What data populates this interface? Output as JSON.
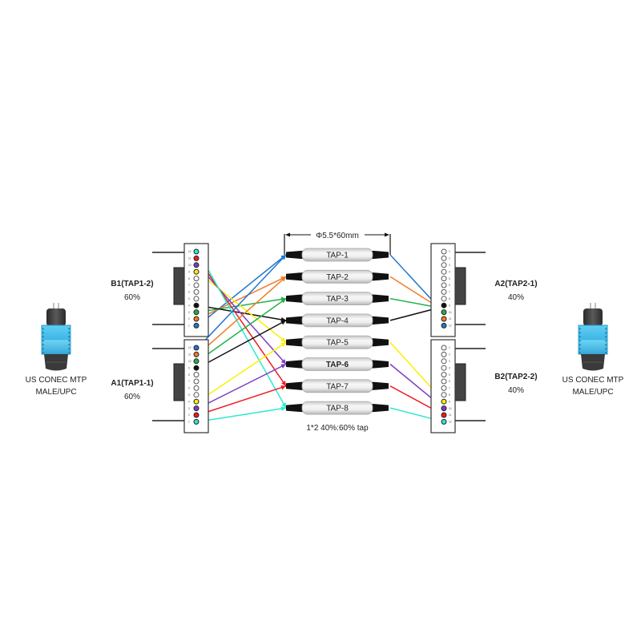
{
  "diagram": {
    "dimension_label": "Φ5.5*60mm",
    "tap_ratio_label": "1*2 40%:60% tap",
    "taps": [
      {
        "label": "TAP-1",
        "color": "#1f77d0",
        "bold": false
      },
      {
        "label": "TAP-2",
        "color": "#f07d28",
        "bold": false
      },
      {
        "label": "TAP-3",
        "color": "#22b14c",
        "bold": false
      },
      {
        "label": "TAP-4",
        "color": "#111111",
        "bold": false
      },
      {
        "label": "TAP-5",
        "color": "#ffee00",
        "bold": false
      },
      {
        "label": "TAP-6",
        "color": "#7b3fbf",
        "bold": true
      },
      {
        "label": "TAP-7",
        "color": "#ee1c24",
        "bold": false
      },
      {
        "label": "TAP-8",
        "color": "#2ee8cf",
        "bold": false
      }
    ],
    "ports": {
      "b1": {
        "name": "B1(TAP1-2)",
        "ratio": "60%"
      },
      "a1": {
        "name": "A1(TAP1-1)",
        "ratio": "60%"
      },
      "a2": {
        "name": "A2(TAP2-1)",
        "ratio": "40%"
      },
      "b2": {
        "name": "B2(TAP2-2)",
        "ratio": "40%"
      }
    },
    "left_connector": {
      "line1": "US CONEC MTP",
      "line2": "MALE/UPC"
    },
    "right_connector": {
      "line1": "US CONEC MTP",
      "line2": "MALE/UPC"
    },
    "panels": {
      "b1": {
        "pin_order_top_to_bottom": [
          12,
          11,
          10,
          9,
          8,
          7,
          6,
          5,
          4,
          3,
          2,
          1
        ],
        "fibers": {
          "1": 0,
          "2": 1,
          "3": 2,
          "4": 3,
          "9": 4,
          "10": 5,
          "11": 6,
          "12": 7
        }
      },
      "a1": {
        "pin_order_top_to_bottom": [
          12,
          11,
          10,
          9,
          8,
          7,
          6,
          5,
          4,
          3,
          2,
          1
        ],
        "fibers": {
          "12": 0,
          "11": 1,
          "10": 2,
          "9": 3,
          "4": 4,
          "3": 5,
          "2": 6,
          "1": 7
        }
      },
      "a2": {
        "pin_order_top_to_bottom": [
          1,
          2,
          3,
          4,
          5,
          6,
          7,
          8,
          9,
          10,
          11,
          12
        ],
        "fibers": {
          "12": 0,
          "11": 1,
          "10": 2,
          "9": 3
        }
      },
      "b2": {
        "pin_order_top_to_bottom": [
          1,
          2,
          3,
          4,
          5,
          6,
          7,
          8,
          9,
          10,
          11,
          12
        ],
        "fibers": {
          "9": 4,
          "10": 5,
          "11": 6,
          "12": 7
        }
      }
    }
  }
}
